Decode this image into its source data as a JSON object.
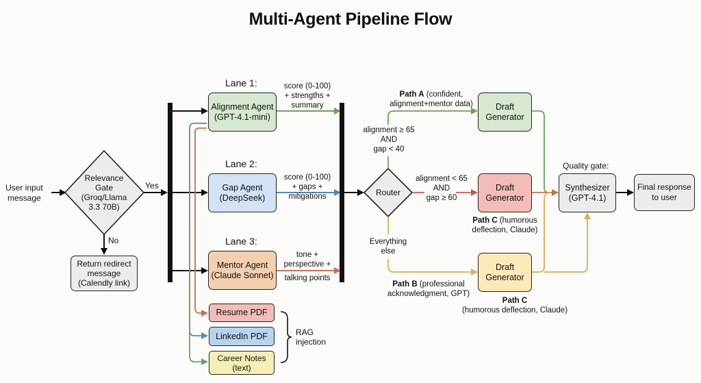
{
  "title": "Multi-Agent Pipeline Flow",
  "input": {
    "label_line1": "User input",
    "label_line2": "message"
  },
  "relevance_gate": {
    "line1": "Relevance",
    "line2": "Gate",
    "line3": "(Groq/Llama",
    "line4": "3.3 70B)",
    "yes_label": "Yes",
    "no_label": "No"
  },
  "redirect": {
    "line1": "Return redirect",
    "line2": "message",
    "line3": "(Calendly link)"
  },
  "lanes": [
    {
      "lane_label": "Lane 1:",
      "name": "Alignment Agent",
      "model": "(GPT-4.1-mini)",
      "out1": "score (0-100)",
      "out2": "+ strengths +",
      "out3": "summary"
    },
    {
      "lane_label": "Lane 2:",
      "name": "Gap Agent",
      "model": "(DeepSeek)",
      "out1": "score (0-100)",
      "out2": "+ gaps +",
      "out3": "mitigations"
    },
    {
      "lane_label": "Lane 3:",
      "name": "Mentor Agent",
      "model": "(Claude Sonnet)",
      "out1": "tone +",
      "out2": "perspective +",
      "out3": "talking points"
    }
  ],
  "rag": {
    "docs": [
      {
        "line1": "Resume PDF",
        "line2": ""
      },
      {
        "line1": "LinkedIn PDF",
        "line2": ""
      },
      {
        "line1": "Career Notes",
        "line2": "(text)"
      }
    ],
    "label_line1": "RAG",
    "label_line2": "injection"
  },
  "router": {
    "label": "Router",
    "cond_a": {
      "line1": "alignment ≥ 65",
      "line2": "AND",
      "line3": "gap < 40"
    },
    "cond_c": {
      "line1": "alignment < 65",
      "line2": "AND",
      "line3": "gap ≥ 60"
    },
    "cond_b": {
      "line1": "Everything",
      "line2": "else"
    }
  },
  "paths": {
    "a": {
      "bold": "Path A",
      "rest1": " (confident,",
      "rest2": "alignment+mentor data)"
    },
    "c": {
      "bold": "Path C",
      "rest1": " (humorous",
      "rest2": "deflection, Claude)"
    },
    "b": {
      "bold": "Path B",
      "rest1": " (professional",
      "rest2": "acknowledgment, GPT)"
    },
    "c2": {
      "bold": "Path C",
      "rest2": "(humorous deflection, Claude)"
    }
  },
  "draft_generator": {
    "line1": "Draft",
    "line2": "Generator"
  },
  "synthesizer": {
    "gate_label": "Quality gate:",
    "line1": "Synthesizer",
    "line2": "(GPT-4.1)"
  },
  "final": {
    "line1": "Final response",
    "line2": "to user"
  },
  "colors": {
    "green": "#6aa35b",
    "blue": "#4a8bbf",
    "orange": "#c9714d",
    "red": "#c9584a",
    "yellow": "#d8b14a",
    "black": "#111111"
  }
}
